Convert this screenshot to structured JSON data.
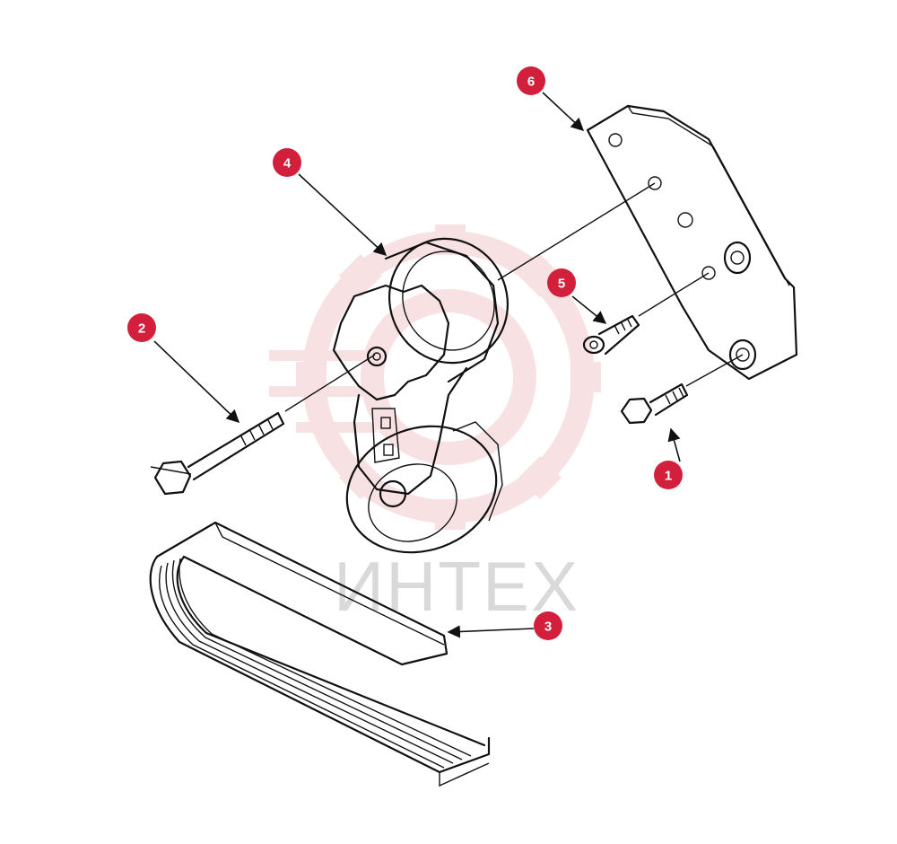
{
  "watermark": {
    "text": "ИНТЕХ",
    "color": "#f4c9cc"
  },
  "callouts": [
    {
      "label": "1",
      "part": "bolt-small"
    },
    {
      "label": "2",
      "part": "bolt-long"
    },
    {
      "label": "3",
      "part": "belt"
    },
    {
      "label": "4",
      "part": "tensioner"
    },
    {
      "label": "5",
      "part": "screw"
    },
    {
      "label": "6",
      "part": "bracket-plate"
    }
  ],
  "colors": {
    "callout": "#d21f3c",
    "ink": "#111111"
  }
}
